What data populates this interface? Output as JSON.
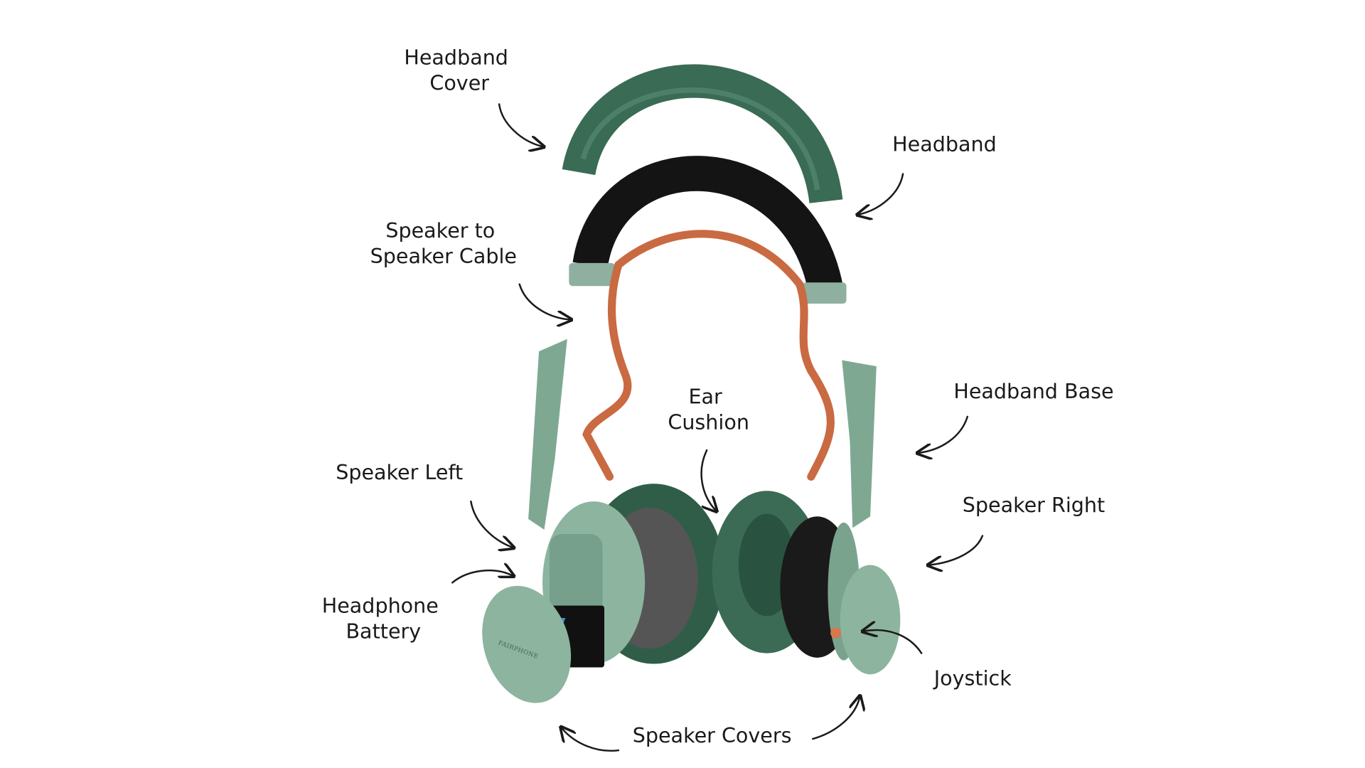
{
  "colors": {
    "dark_green": "#2f5d48",
    "sage_green": "#8db49f",
    "cable_orange": "#c96a42",
    "headband_black": "#141414",
    "battery_blue": "#3a8fd0"
  },
  "labels": {
    "headband_cover": [
      "Headband",
      "Cover"
    ],
    "headband": "Headband",
    "speaker_cable": [
      "Speaker to",
      "Speaker Cable"
    ],
    "ear_cushion": [
      "Ear",
      "Cushion"
    ],
    "headband_base": "Headband Base",
    "speaker_left": "Speaker Left",
    "speaker_right": "Speaker Right",
    "headphone_battery": [
      "Headphone",
      "Battery"
    ],
    "joystick": "Joystick",
    "speaker_covers": "Speaker Covers"
  },
  "product_marks": {
    "cover_brand": "FAIRPHONE"
  }
}
